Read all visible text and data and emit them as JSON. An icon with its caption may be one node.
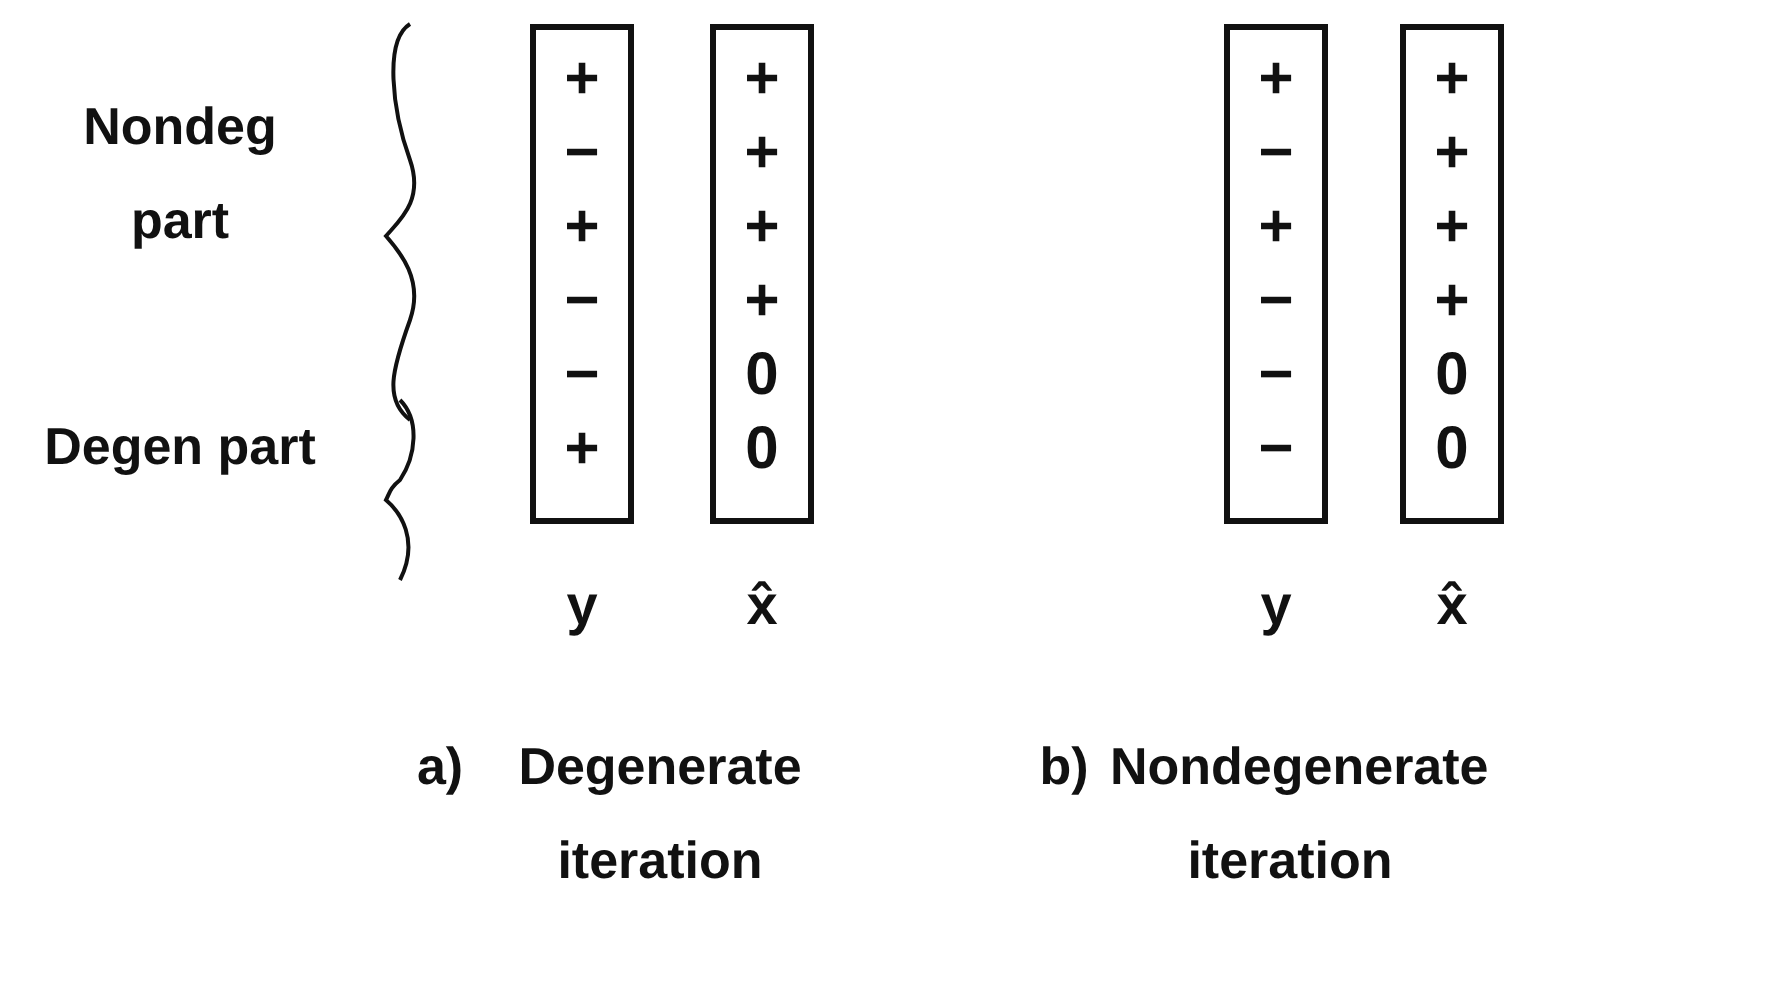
{
  "diagram": {
    "nodes": [
      {
        "text": [
          "+",
          "−",
          "+",
          "−",
          "−",
          "+"
        ],
        "beside": [
          "y"
        ]
      },
      {
        "text": [
          "+",
          "+",
          "+",
          "+",
          "0",
          "0"
        ],
        "beside": [
          "x̂"
        ]
      },
      {
        "text": [
          "+",
          "−",
          "+",
          "−",
          "−",
          "−"
        ],
        "beside": [
          "y"
        ]
      },
      {
        "text": [
          "+",
          "+",
          "+",
          "+",
          "0",
          "0"
        ],
        "beside": [
          "x̂"
        ]
      }
    ],
    "labels": [
      "Nondeg part",
      "Degen part",
      "a)",
      "Degenerate iteration",
      "b)",
      "Nondegenerate iteration"
    ]
  }
}
